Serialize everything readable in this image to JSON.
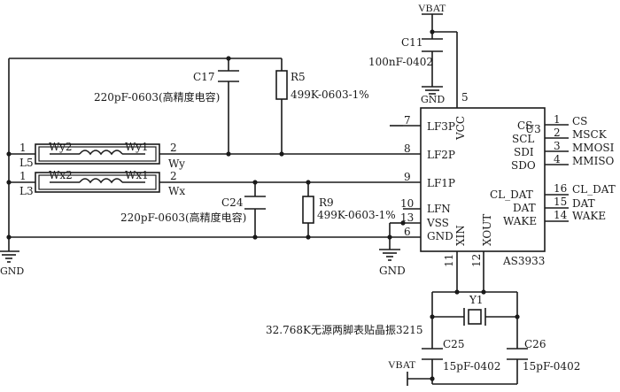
{
  "power": {
    "vbat_top": "VBAT",
    "vbat_bottom": "VBAT"
  },
  "grounds": {
    "left": "GND",
    "c11": "GND",
    "chip": "GND"
  },
  "c11": {
    "ref": "C11",
    "value": "100nF-0402"
  },
  "c17": {
    "ref": "C17",
    "value": "220pF-0603(高精度电容)"
  },
  "r5": {
    "ref": "R5",
    "value": "499K-0603-1%"
  },
  "c24": {
    "ref": "C24",
    "value": "220pF-0603(高精度电容)"
  },
  "r9": {
    "ref": "R9",
    "value": "499K-0603-1%"
  },
  "l5": {
    "ref": "L5",
    "pin1": "1",
    "pin2": "2",
    "left_label": "Wy2",
    "right_label": "Wy1",
    "net": "Wy"
  },
  "l3": {
    "ref": "L3",
    "pin1": "1",
    "pin2": "2",
    "left_label": "Wx2",
    "right_label": "Wx1",
    "net": "Wx"
  },
  "u3": {
    "ref": "U3",
    "part": "AS3933",
    "left_pins": [
      {
        "num": "7",
        "name": "LF3P"
      },
      {
        "num": "8",
        "name": "LF2P"
      },
      {
        "num": "9",
        "name": "LF1P"
      },
      {
        "num": "10",
        "name": "LFN"
      },
      {
        "num": "13",
        "name": "VSS"
      },
      {
        "num": "6",
        "name": "GND"
      }
    ],
    "top_pin": {
      "num": "5",
      "name": "VCC"
    },
    "bottom_pins": [
      {
        "num": "11",
        "name": "XIN"
      },
      {
        "num": "12",
        "name": "XOUT"
      }
    ],
    "right_pins": [
      {
        "num": "1",
        "name": "CS",
        "net": "CS"
      },
      {
        "num": "2",
        "name": "SCL",
        "net": "MSCK"
      },
      {
        "num": "3",
        "name": "SDI",
        "net": "MMOSI"
      },
      {
        "num": "4",
        "name": "SDO",
        "net": "MMISO"
      },
      {
        "num": "16",
        "name": "CL_DAT",
        "net": "CL_DAT"
      },
      {
        "num": "15",
        "name": "DAT",
        "net": "DAT"
      },
      {
        "num": "14",
        "name": "WAKE",
        "net": "WAKE"
      }
    ]
  },
  "y1": {
    "ref": "Y1",
    "value": "32.768K无源两脚表贴晶振3215"
  },
  "c25": {
    "ref": "C25",
    "value": "15pF-0402"
  },
  "c26": {
    "ref": "C26",
    "value": "15pF-0402"
  }
}
